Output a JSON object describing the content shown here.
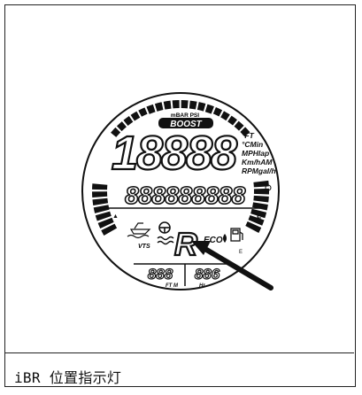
{
  "dashboard": {
    "boost": {
      "units": "mBAR PSI",
      "label": "BOOST"
    },
    "main_display": {
      "digits": "18888",
      "unit_labels": [
        "°FT",
        "°CMin",
        "MPHlap",
        "Km/hAM",
        "RPMgal/h"
      ]
    },
    "alpha_display": {
      "segments": "888888888"
    },
    "lower": {
      "vts": "VTS",
      "ibr_position": "R",
      "eco": "ECO",
      "fuel_full": "F",
      "fuel_empty": "E"
    },
    "bottom_displays": [
      {
        "digits": "888",
        "units": "FT M"
      },
      {
        "digits": "886",
        "units": "Hr"
      }
    ]
  },
  "caption": "iBR 位置指示灯"
}
